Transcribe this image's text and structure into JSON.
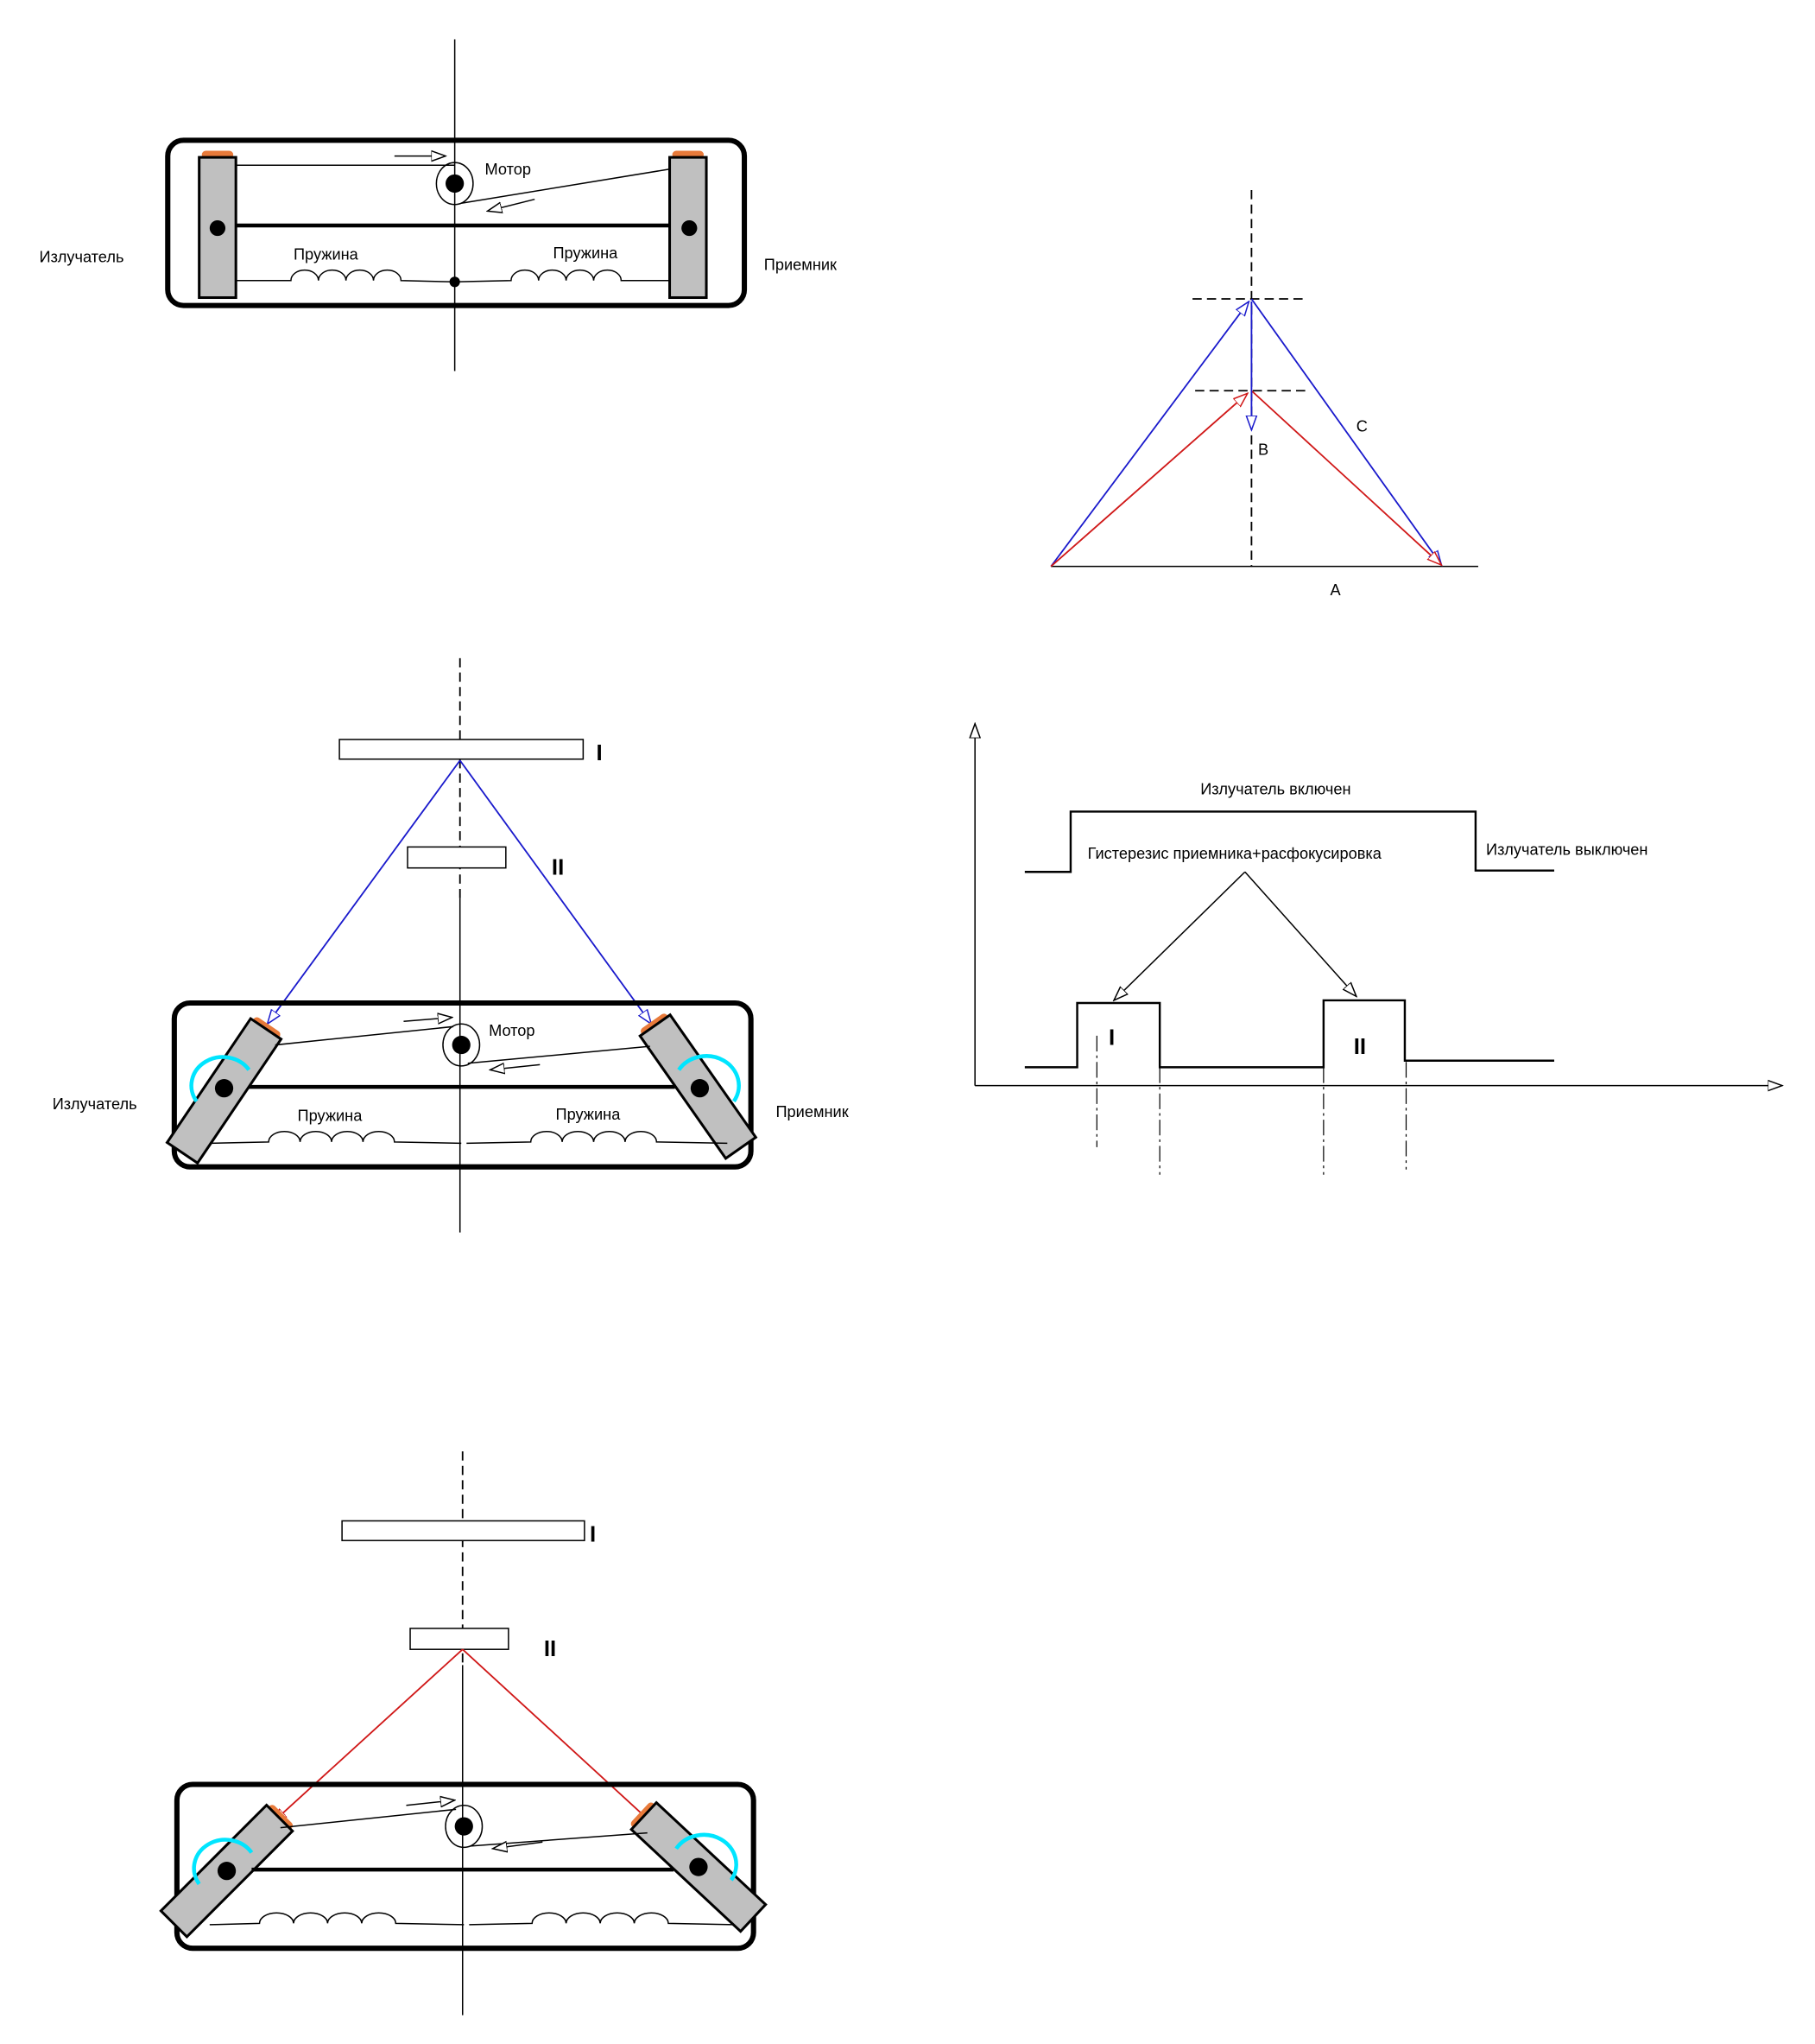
{
  "diagram_top": {
    "motor": "Мотор",
    "spring_left": "Пружина",
    "spring_right": "Пружина",
    "emitter": "Излучатель",
    "receiver": "Приемник"
  },
  "geometry_diagram": {
    "label_a": "A",
    "label_b": "B",
    "label_c": "C",
    "colors": {
      "far_target": "#1a1acc",
      "near_target": "#d01818"
    }
  },
  "diagram_far": {
    "target_i": "I",
    "target_ii": "II",
    "motor": "Мотор",
    "spring_left": "Пружина",
    "spring_right": "Пружина",
    "emitter": "Излучатель",
    "receiver": "Приемник"
  },
  "timing": {
    "emitter_on": "Излучатель включен",
    "emitter_off": "Излучатель выключен",
    "hysteresis": "Гистерезис приемника+расфокусировка",
    "pulse_i": "I",
    "pulse_ii": "II"
  },
  "diagram_near": {
    "target_i": "I",
    "target_ii": "II"
  }
}
